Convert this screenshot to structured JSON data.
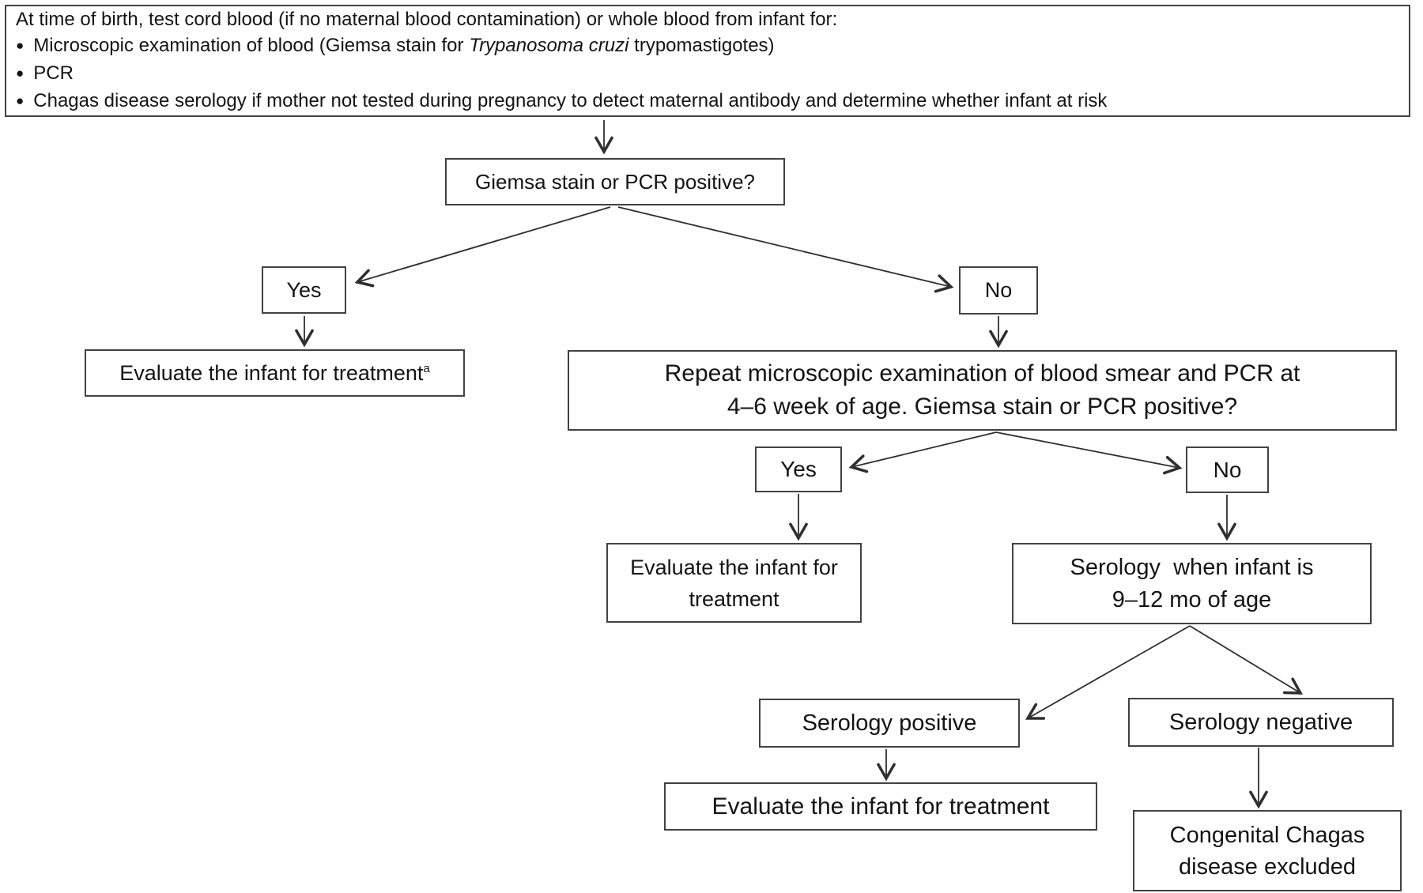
{
  "top_box": {
    "intro": "At time of birth, test cord blood (if no maternal blood contamination) or whole blood from infant for:",
    "bullet_char": "●",
    "bullet1_prefix": "Microscopic examination of blood (Giemsa stain for ",
    "bullet1_italic": "Trypanosoma cruzi",
    "bullet1_suffix": " trypomastigotes)",
    "bullet2": "PCR",
    "bullet3": "Chagas disease serology if mother not tested during pregnancy to detect maternal antibody and determine whether infant at risk"
  },
  "nodes": {
    "q1": "Giemsa stain or PCR positive?",
    "q1_yes": "Yes",
    "q1_no": "No",
    "treat_birth": "Evaluate the infant for treatment",
    "treat_birth_footnote": "a",
    "q2_line1": "Repeat microscopic examination of blood smear and PCR at",
    "q2_line2": "4–6 week of age. Giemsa stain or PCR positive?",
    "q2_yes": "Yes",
    "q2_no": "No",
    "treat_4_6wk_line1": "Evaluate the infant for",
    "treat_4_6wk_line2": "treatment",
    "serology_line1": "Serology  when infant is",
    "serology_line2": "9–12 mo of age",
    "serology_positive": "Serology positive",
    "serology_negative": "Serology negative",
    "treat_9_12mo": "Evaluate the infant for treatment",
    "excluded_line1": "Congenital Chagas",
    "excluded_line2": "disease excluded"
  }
}
